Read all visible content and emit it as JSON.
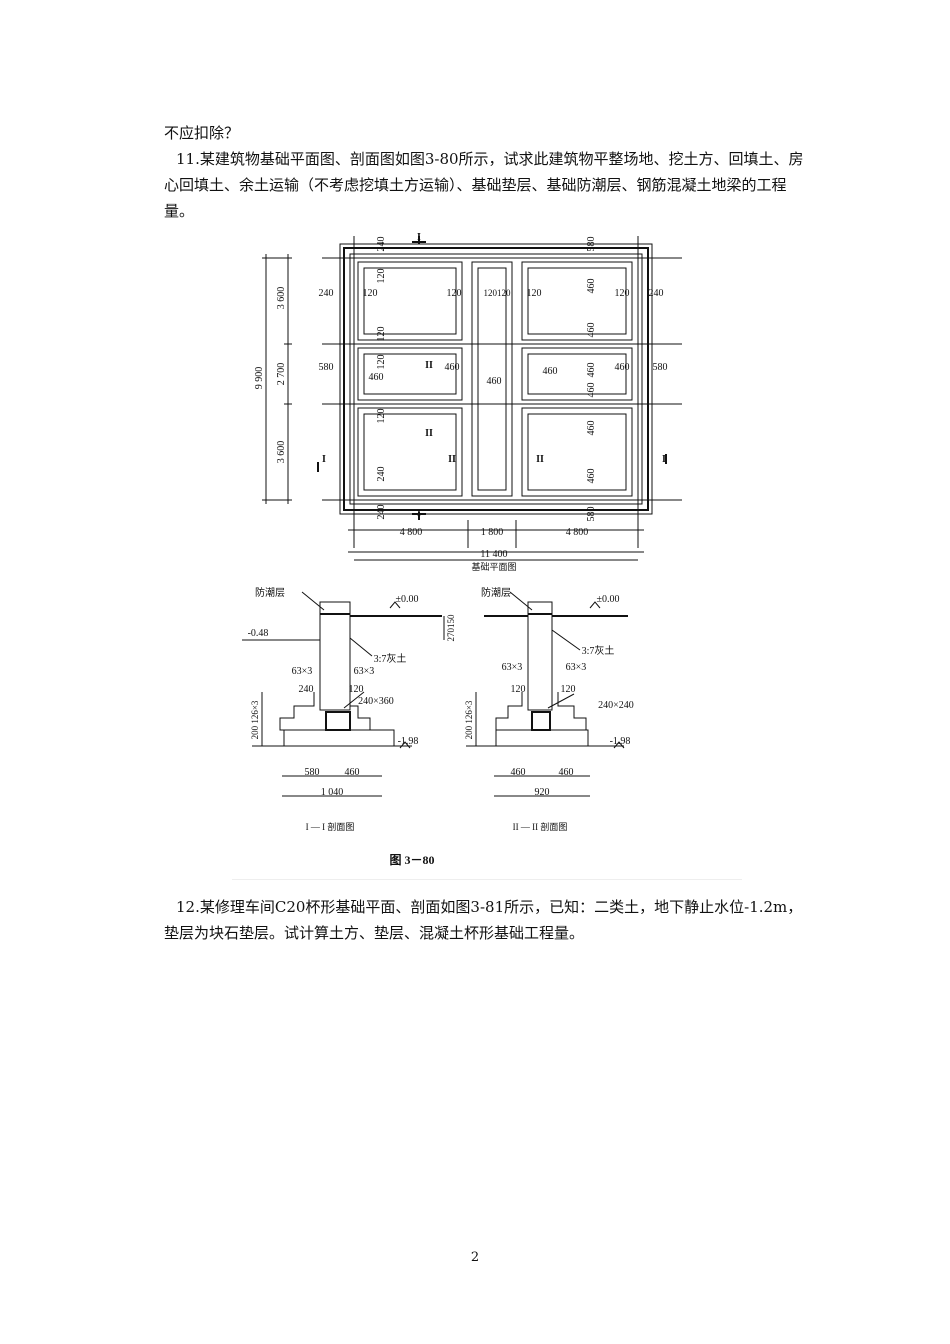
{
  "text": {
    "continuation": "不应扣除？",
    "q11": "11.某建筑物基础平面图、剖面图如图3-80所示，试求此建筑物平整场地、挖土方、回填土、房心回填土、余土运输（不考虑挖填土方运输）、基础垫层、基础防潮层、钢筋混凝土地梁的工程量。",
    "q12": "12.某修理车间C20杯形基础平面、剖面如图3-81所示，已知：二类土，地下静止水位-1.2m，垫层为块石垫层。试计算土方、垫层、混凝土杯形基础工程量。",
    "page_number": "2"
  },
  "figure": {
    "caption": "图 3－80",
    "plan": {
      "title": "基础平面图",
      "dim_horizontal": [
        "4 800",
        "1 800",
        "4 800"
      ],
      "dim_total_width": "11 400",
      "dim_vertical": [
        "3 600",
        "2 700",
        "3 600"
      ],
      "dim_total_height": "9 900",
      "labels": {
        "d240": "240",
        "d120": "120",
        "d580": "580",
        "d460": "460",
        "d120120": "120120",
        "sec1": "I",
        "sec2": "II"
      }
    },
    "section1": {
      "title": "I — I 剖面图",
      "damp_proof": "防潮层",
      "elev_top": "±0.00",
      "elev_ground": "-0.48",
      "elev_bottom": "-1.98",
      "height_dims": "270150",
      "fill_label": "3:7灰土",
      "step": "63×3",
      "wall_left": "240",
      "wall_right": "120",
      "beam": "240×360",
      "vertical_dims": "200 126×3",
      "base_left": "580",
      "base_right": "460",
      "base_total": "1 040"
    },
    "section2": {
      "title": "II — II 剖面图",
      "damp_proof": "防潮层",
      "elev_top": "±0.00",
      "elev_bottom": "-1.98",
      "fill_label": "3:7灰土",
      "step": "63×3",
      "wall_left": "120",
      "wall_right": "120",
      "beam": "240×240",
      "vertical_dims": "200 126×3",
      "base_left": "460",
      "base_right": "460",
      "base_total": "920"
    }
  }
}
